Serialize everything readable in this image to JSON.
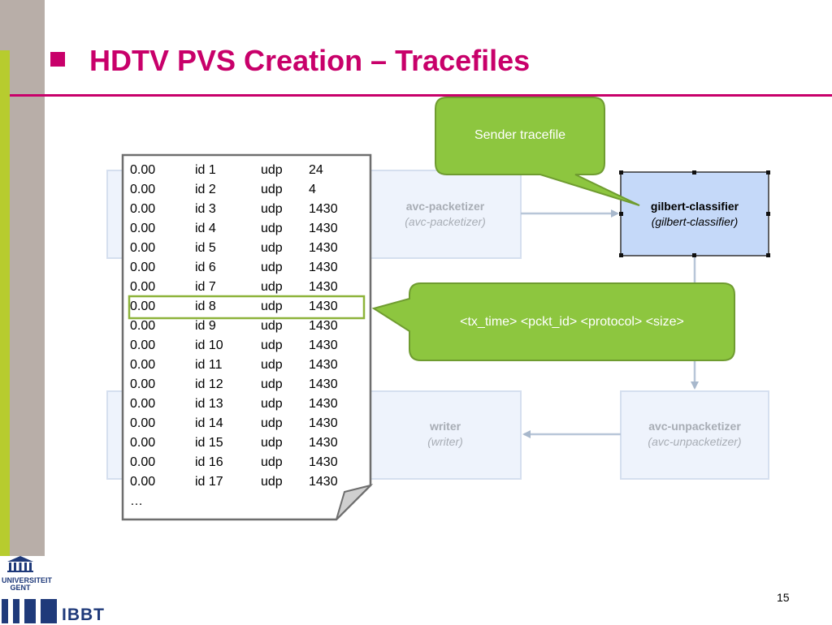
{
  "slide": {
    "title": "HDTV PVS Creation – Tracefiles",
    "page_number": "15"
  },
  "callouts": {
    "sender": "Sender tracefile",
    "format": "<tx_time>  <pckt_id> <protocol> <size>"
  },
  "diagram": {
    "nodes": [
      {
        "id": "avc-packetizer",
        "name": "avc-packetizer",
        "type": "(avc-packetizer)"
      },
      {
        "id": "gilbert-classifier",
        "name": "gilbert-classifier",
        "type": "(gilbert-classifier)"
      },
      {
        "id": "writer",
        "name": "writer",
        "type": "(writer)"
      },
      {
        "id": "avc-unpacketizer",
        "name": "avc-unpacketizer",
        "type": "(avc-unpacketizer)"
      }
    ]
  },
  "tracefile": {
    "rows": [
      [
        "0.00",
        "id 1",
        "udp",
        "24"
      ],
      [
        "0.00",
        "id 2",
        "udp",
        "4"
      ],
      [
        "0.00",
        "id 3",
        "udp",
        "1430"
      ],
      [
        "0.00",
        "id 4",
        "udp",
        "1430"
      ],
      [
        "0.00",
        "id 5",
        "udp",
        "1430"
      ],
      [
        "0.00",
        "id 6",
        "udp",
        "1430"
      ],
      [
        "0.00",
        "id 7",
        "udp",
        "1430"
      ],
      [
        "0.00",
        "id 8",
        "udp",
        "1430"
      ],
      [
        "0.00",
        "id 9",
        "udp",
        "1430"
      ],
      [
        "0.00",
        "id 10",
        "udp",
        "1430"
      ],
      [
        "0.00",
        "id 11",
        "udp",
        "1430"
      ],
      [
        "0.00",
        "id 12",
        "udp",
        "1430"
      ],
      [
        "0.00",
        "id 13",
        "udp",
        "1430"
      ],
      [
        "0.00",
        "id 14",
        "udp",
        "1430"
      ],
      [
        "0.00",
        "id 15",
        "udp",
        "1430"
      ],
      [
        "0.00",
        "id 16",
        "udp",
        "1430"
      ],
      [
        "0.00",
        "id 17",
        "udp",
        "1430"
      ]
    ],
    "ellipsis": "…",
    "highlighted_row": 7
  },
  "logos": {
    "university": "UNIVERSITEIT GENT",
    "university_line1": "UNIVERSITEIT",
    "university_line2": "GENT",
    "ibbt": "IBBT"
  },
  "colors": {
    "accent": "#c8006a",
    "callout_green": "#8dc63f",
    "sidebar_gray": "#b8aea8",
    "sidebar_green": "#b7cc2e",
    "selected_node": "#c5d9f9"
  }
}
